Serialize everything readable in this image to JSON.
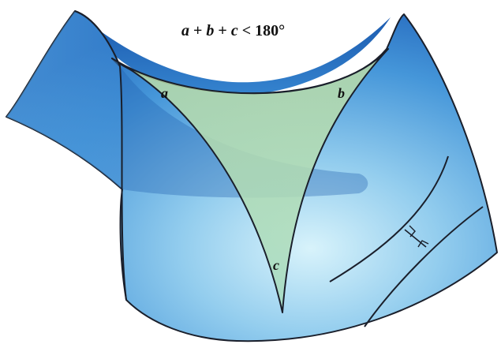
{
  "formula": {
    "a": "a",
    "plus1": " + ",
    "b": "b",
    "plus2": " + ",
    "c": "c",
    "rel": " < 180°"
  },
  "vertex_labels": {
    "a": "a",
    "b": "b",
    "c": "c"
  },
  "colors": {
    "surface_dark": "#1f63b8",
    "surface_mid": "#3f8fd6",
    "surface_light": "#bfe6f5",
    "triangle_fill": "#a9d6a0",
    "outline": "#1a1f2b"
  }
}
